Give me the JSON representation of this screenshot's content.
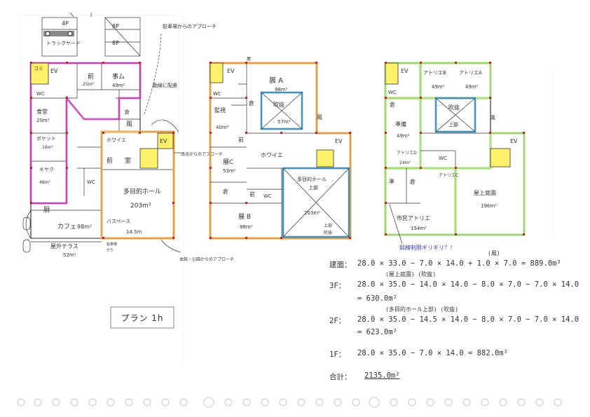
{
  "floor1": {
    "rooms": {
      "tp4": "4P",
      "truck": "トラックヤード",
      "p8a": "8P",
      "p8b": "8P",
      "gomi": "ゴミ",
      "ev": "EV",
      "mae1": "前",
      "mae1_area": "25m²",
      "jimu": "事ム",
      "jimu_area": "49m²",
      "wc": "WC",
      "shokudo": "食堂",
      "shokudo_area": "20m²",
      "pocket": "ポケット",
      "pocket_area": "16m²",
      "kiyaku": "キヤク",
      "kiyaku_area": "48m²",
      "fu": "風",
      "hoyer": "ホワイエ",
      "mae2": "前",
      "shitsu": "室",
      "wc2": "WC",
      "hall": "多目的ホール",
      "hall_area": "203m²",
      "kitchen": "厨",
      "cafe": "カフェ",
      "cafe_area": "98m²",
      "bus": "バスペース",
      "dim": "14.5m",
      "terrace": "屋外テラス",
      "terrace_area": "52m²",
      "seki": "倉",
      "a1": "駐車場",
      "a2": "から"
    },
    "annotations": {
      "parking_access": "駐車場からのアプローチ",
      "staff_line": "動線に配慮",
      "site_access": "南北からのアプローチ",
      "station_access": "本館・公園からのアプローチ"
    }
  },
  "floor2": {
    "rooms": {
      "ev": "EV",
      "ken_a": "展 A",
      "ken_a_area": "98m²",
      "wc": "WC",
      "kanryo": "監視",
      "kanryo_area": "40m²",
      "soko": "倉",
      "fukinuke": "吹抜",
      "fukinuke_area": "57m²",
      "fu": "風",
      "mae": "前",
      "ken_c": "展C",
      "ken_c_area": "53m²",
      "hoyer": "ホワイエ",
      "hall_top": "多目的ホール",
      "hall_top2": "上部",
      "hall_area": "203m²",
      "soko2": "倉",
      "mae2": "前",
      "wc2": "WC",
      "ken_b": "展 B",
      "ken_b_area": "98m²",
      "chokai": "上部",
      "chokai2": "吹抜",
      "ev2": "EV",
      "roof": "屋"
    }
  },
  "floor3": {
    "rooms": {
      "ev": "EV",
      "atelier_b": "アトリエB",
      "atelier_b_area": "49m²",
      "atelier_a": "アトリエA",
      "atelier_a_area": "49m²",
      "wc": "WC",
      "soko": "倉",
      "fukinuke": "吹抜",
      "fukinuke2": "上部",
      "jumbi": "準備",
      "jumbi_area": "49m²",
      "atelier_d": "アトリエD",
      "atelier_d_area": "24m²",
      "wc2": "WC",
      "atelier_c": "アトリエC",
      "jun": "準",
      "soko2": "倉",
      "rooftop": "屋上庭園",
      "rooftop_area": "196m²",
      "shimin": "市民アトリエ",
      "shimin_area": "154m²",
      "ev2": "EV",
      "fu": "風"
    },
    "annotation": "斜線制限ギリギリ？！"
  },
  "plan_label": "プラン 1h",
  "calc": {
    "kenchiku_label": "建面：",
    "kenchiku": "28.0 × 33.0 − 7.0 × 14.0 + 1.0 × 7.0 = 889.0m²",
    "kenchiku_note": "(風)",
    "f3_note": "(屋上庭園)           (吹抜)",
    "f3_label": "3F：",
    "f3": "28.0 × 35.0 − 14.0 × 14.0 − 8.0 × 7.0 − 7.0 × 14.0",
    "f3_total": "= 630.0m²",
    "f2_note": "(多目的ホール上部)     (吹抜)",
    "f2_label": "2F：",
    "f2": "28.0 × 35.0 − 14.5 × 14.0 − 8.0 × 7.0 − 7.0 × 14.0",
    "f2_total": "= 623.0m²",
    "f1_label": "1F：",
    "f1": "28.0 × 35.0 − 7.0 × 14.0 = 882.0m²",
    "total_label": "合計：",
    "total": "2135.0m²"
  }
}
